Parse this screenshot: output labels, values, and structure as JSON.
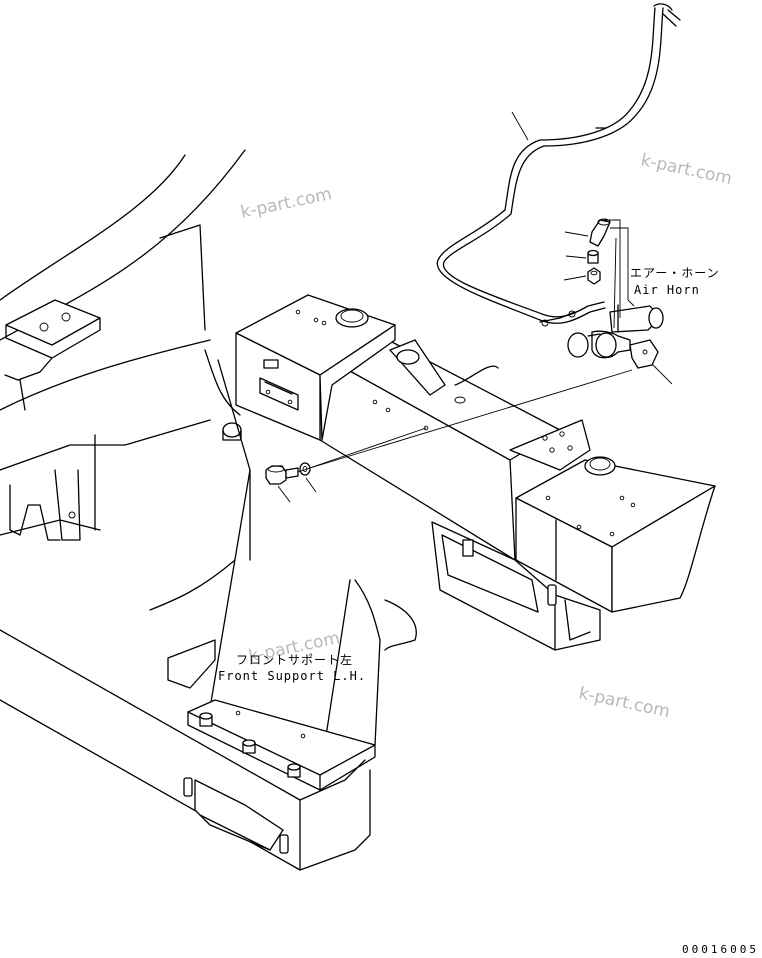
{
  "labels": {
    "air_horn_jp": "エアー・ホーン",
    "air_horn_en": "Air Horn",
    "front_support_jp": "フロントサポート左",
    "front_support_en": "Front Support L.H.",
    "drawing_code": "00016005"
  },
  "watermarks": [
    "k-part.com",
    "k-part.com",
    "k-part.com",
    "k-part.com"
  ]
}
